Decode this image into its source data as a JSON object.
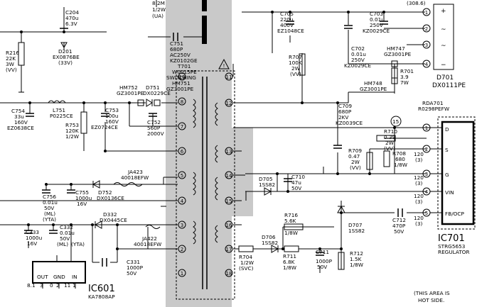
{
  "top_cut": {
    "c1": "8.2M",
    "c2": "1/2W",
    "c3": "(UA)",
    "c4": "(308.6)"
  },
  "c204": {
    "name": "C204",
    "v1": "470u",
    "v2": "6.3V"
  },
  "d201": {
    "name": "D201",
    "part": "EX0876BE",
    "note": "(33V)"
  },
  "r216": {
    "name": "R216",
    "v1": "22K",
    "v2": "3W",
    "v3": "(VV)"
  },
  "c751": {
    "name": "C751",
    "v1": "680P",
    "v2": "AC250V",
    "part": "KZ0102GE"
  },
  "t701": {
    "name": "T701",
    "part": "W0015PE",
    "desc": "SWITCHING"
  },
  "hm751": {
    "name": "HM751",
    "part": "GZ3001PE"
  },
  "hm752": {
    "name": "HM752",
    "part": "GZ3001PE"
  },
  "d751": {
    "name": "D751",
    "part": "DX0229CE"
  },
  "c754": {
    "name": "C754",
    "v1": "33u",
    "v2": "160V",
    "part": "EZ0638CE"
  },
  "l751": {
    "name": "L751",
    "part": "P0225CE"
  },
  "r753": {
    "name": "R753",
    "v1": "120K",
    "v2": "1/2W"
  },
  "c753": {
    "name": "C753",
    "v1": "100u",
    "v2": "160V",
    "part": "EZ0724CE"
  },
  "c752": {
    "name": "C752",
    "v1": "560P",
    "v2": "2000V"
  },
  "c705": {
    "name": "C705",
    "v1": "220u",
    "v2": "400V",
    "part": "EZ1048CE"
  },
  "c703": {
    "name": "C703",
    "v1": "0.01u",
    "v2": "250V",
    "part": "KZ0029CE"
  },
  "c702": {
    "name": "C702",
    "v1": "0.01u",
    "v2": "250V",
    "part": "KZ0029CE"
  },
  "hm747": {
    "name": "HM747",
    "part": "GZ3001PE"
  },
  "hm748": {
    "name": "HM748",
    "part": "GZ3001PE"
  },
  "r707": {
    "name": "R707",
    "v1": "100K",
    "v2": "2W",
    "v3": "(VV)"
  },
  "r701": {
    "name": "R701",
    "v1": "3.9",
    "v2": "7W"
  },
  "d701": {
    "name": "D701",
    "part": "DX0111PE"
  },
  "rda701": {
    "name": "RDA701",
    "part": "R0298PEFW"
  },
  "c709": {
    "name": "C709",
    "v1": "680P",
    "v2": "2KV",
    "part": "KZ0039CE"
  },
  "r710": {
    "name": "R710",
    "v1": "0.39",
    "v2": "2W",
    "v3": "(VV)"
  },
  "r709": {
    "name": "R709",
    "v1": "0.47",
    "v2": "2W",
    "v3": "(VV)"
  },
  "r708": {
    "name": "R708",
    "v1": "680",
    "v2": "1/8W"
  },
  "node15": "15",
  "ic701": {
    "name": "IC701",
    "part": "STRG5653",
    "desc": "REGULATOR",
    "pins": [
      "D",
      "S",
      "G",
      "VIN",
      "FB/OCP"
    ],
    "pin_nums": [
      "1",
      "2",
      "3",
      "4",
      "5"
    ],
    "marks": [
      "120",
      "(3)"
    ]
  },
  "ja423": {
    "name": "JA423",
    "part": "40018EFW"
  },
  "ja422": {
    "name": "JA422",
    "part": "40018EFW"
  },
  "c756": {
    "name": "C756",
    "v1": "0.01u",
    "v2": "50V",
    "v3": "(ML)",
    "v4": "(YTA)"
  },
  "c755": {
    "name": "C755",
    "v1": "1000u",
    "v2": "16V"
  },
  "d752": {
    "name": "D752",
    "part": "DX0136CE"
  },
  "d332": {
    "name": "D332",
    "part": "DX0445CE"
  },
  "c333": {
    "name": "C333",
    "v1": "1000u",
    "v2": "16V"
  },
  "c332": {
    "name": "C332",
    "v1": "0.01u",
    "v2": "50V",
    "v3": "(ML)",
    "v4": "(YTA)"
  },
  "c331": {
    "name": "C331",
    "v1": "1000P",
    "v2": "50V"
  },
  "d705": {
    "name": "D705",
    "part": "1SS82"
  },
  "c710": {
    "name": "C710",
    "v1": "47u",
    "v2": "50V"
  },
  "d706": {
    "name": "D706",
    "part": "1SS82"
  },
  "r716": {
    "name": "R716",
    "v1": "5.6K",
    "v2": "1/8W"
  },
  "r711": {
    "name": "R711",
    "v1": "6.8K",
    "v2": "1/8W"
  },
  "c711": {
    "name": "C711",
    "v1": "1000P",
    "v2": "50V"
  },
  "d707": {
    "name": "D707",
    "part": "1SS82"
  },
  "r712": {
    "name": "R712",
    "v1": "1.5K",
    "v2": "1/8W"
  },
  "c712": {
    "name": "C712",
    "v1": "470P",
    "v2": "50V"
  },
  "r704": {
    "name": "R704",
    "v1": "1/2W",
    "v2": "(SVC)"
  },
  "ic601": {
    "name": "IC601",
    "part": "KA7808AP",
    "pins": [
      "OUT",
      "GND",
      "IN"
    ],
    "volt": [
      "8.1",
      "0",
      "11"
    ],
    "pin_nums": [
      "3",
      "2",
      "1"
    ]
  },
  "transformer_pins": [
    "10",
    "8",
    "7",
    "6",
    "5",
    "4",
    "3",
    "2",
    "1",
    "11",
    "12",
    "13",
    "14",
    "15",
    "16",
    "17",
    "18"
  ],
  "hot_note": {
    "line1": "(THIS AREA IS",
    "line2": "HOT SIDE."
  },
  "warning": "!"
}
